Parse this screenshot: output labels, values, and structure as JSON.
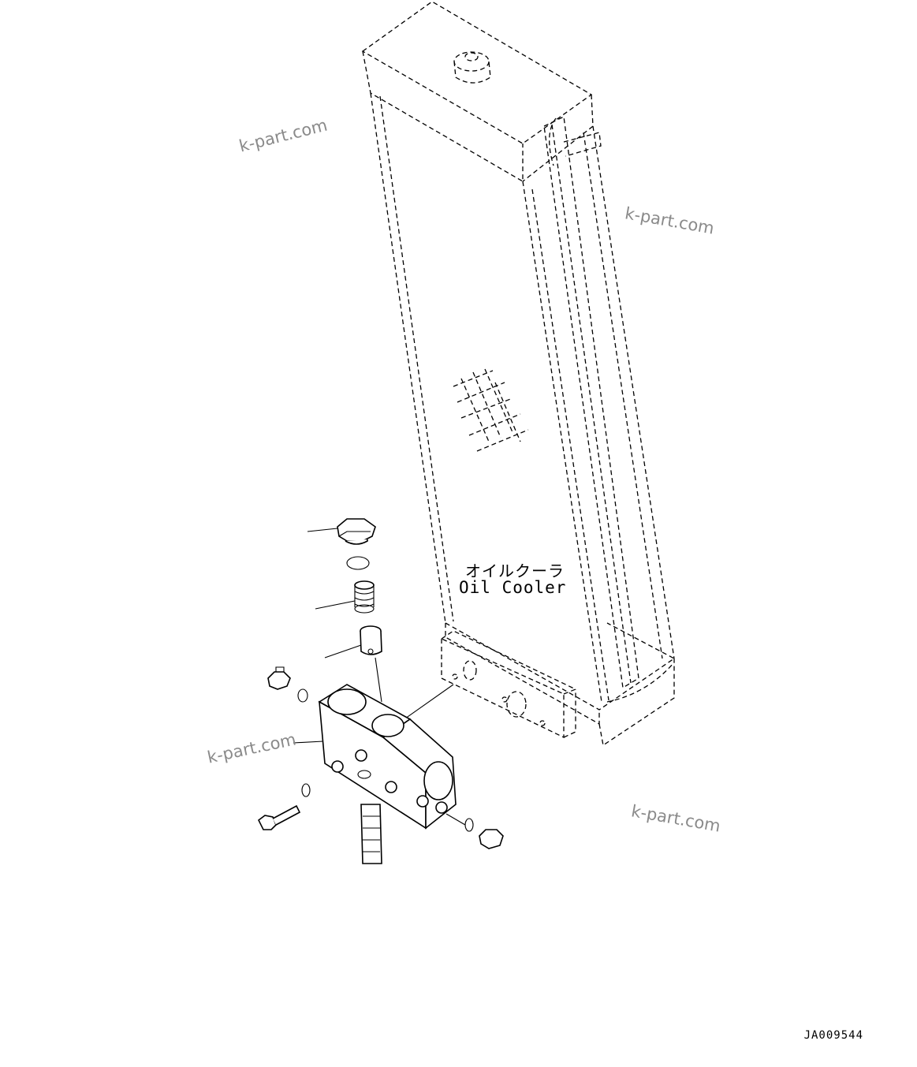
{
  "watermarks": [
    "k-part.com",
    "k-part.com",
    "k-part.com",
    "k-part.com"
  ],
  "labels": {
    "component_jp": "オイルクーラ",
    "component_en": "Oil Cooler"
  },
  "drawing_code": "JA009544"
}
